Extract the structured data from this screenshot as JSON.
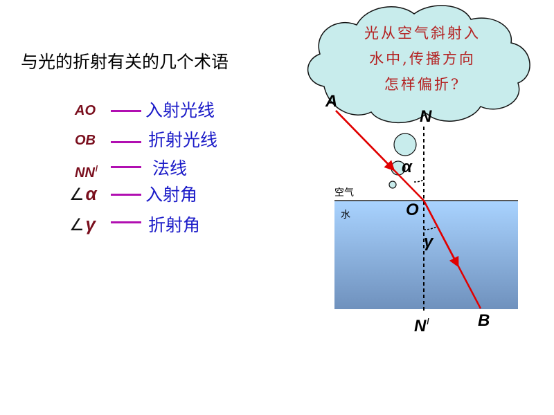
{
  "title": "与光的折射有关的几个术语",
  "terms": [
    {
      "key": "AO",
      "value": "入射光线"
    },
    {
      "key": "OB",
      "value": "折射光线"
    },
    {
      "key": "NN",
      "key_sup": "/",
      "value": "法线"
    },
    {
      "angle_symbol": "∠",
      "key": "α",
      "value": "入射角"
    },
    {
      "angle_symbol": "∠",
      "key": "γ",
      "value": "折射角"
    }
  ],
  "cloud": {
    "lines": [
      "光从空气斜射入",
      "水中,传播方向",
      "怎样偏折?"
    ]
  },
  "diagram": {
    "label_A": "A",
    "label_N": "N",
    "label_O": "O",
    "label_N_prime": "N",
    "label_N_prime_sup": "/",
    "label_B": "B",
    "label_alpha": "α",
    "label_gamma": "γ",
    "label_air": "空气",
    "label_water": "水",
    "colors": {
      "ray": "#e00000",
      "water_top": "#a9d3ff",
      "water_bottom": "#6f91bd",
      "cloud_fill": "#c8ecec",
      "cloud_text": "#b42020",
      "term_value": "#1a1ac8",
      "term_key": "#7a0f1e",
      "dash": "#b10fb1"
    }
  }
}
